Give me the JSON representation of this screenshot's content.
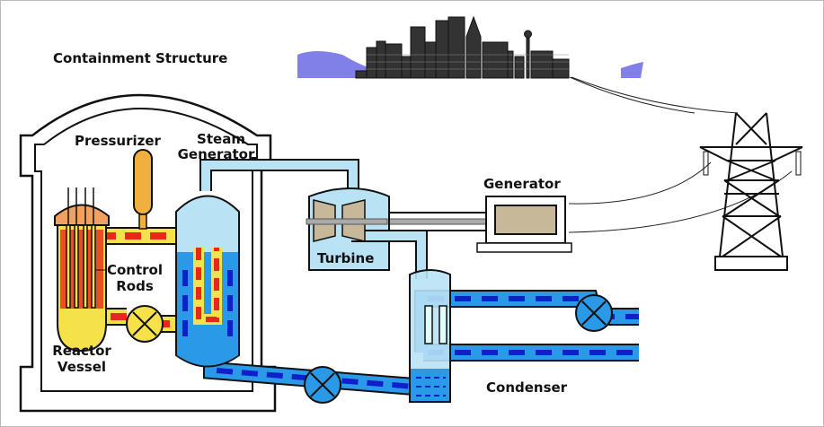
{
  "labels": {
    "containment": "Containment Structure",
    "pressurizer": "Pressurizer",
    "steam_generator_1": "Steam",
    "steam_generator_2": "Generator",
    "control_rods_1": "Control",
    "control_rods_2": "Rods",
    "reactor_vessel_1": "Reactor",
    "reactor_vessel_2": "Vessel",
    "turbine": "Turbine",
    "generator": "Generator",
    "condenser": "Condenser"
  },
  "colors": {
    "primary_loop": "#e8281e",
    "primary_loop_light": "#f5e24a",
    "feedwater": "#2a9ae8",
    "feedwater_dash": "#1020c8",
    "steam": "#b9e2f5",
    "city_water": "#8080e8",
    "turbine_blades": "#c8b89a"
  }
}
